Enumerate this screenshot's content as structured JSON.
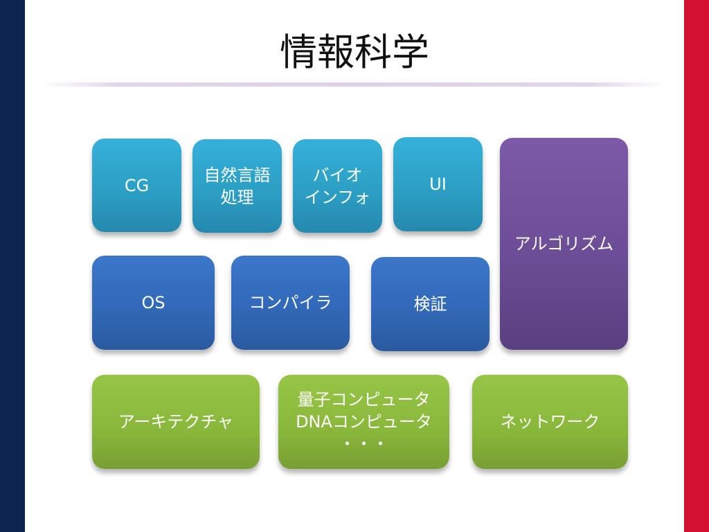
{
  "slide": {
    "title": "情報科学"
  },
  "tiles": {
    "cg": "CG",
    "nlp": "自然言語\n処理",
    "bio": "バイオ\nインフォ",
    "ui": "UI",
    "algorithm": "アルゴリズム",
    "os": "OS",
    "compiler": "コンパイラ",
    "verification": "検証",
    "architecture": "アーキテクチャ",
    "quantum": "量子コンピュータ\nDNAコンピュータ\n・・・",
    "network": "ネットワーク"
  },
  "colors": {
    "left_band": "#0d2350",
    "right_band": "#d3102f",
    "cyan_tile": "#2c9dc3",
    "blue_tile": "#3167b6",
    "purple_tile": "#6a4c94",
    "green_tile": "#88b73b"
  }
}
